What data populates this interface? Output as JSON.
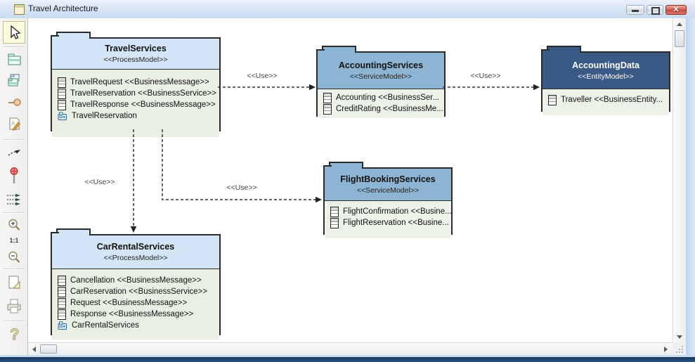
{
  "window": {
    "title": "Travel Architecture",
    "controls": [
      "minimize",
      "restore",
      "close"
    ]
  },
  "toolbar": {
    "zoom_reset_label": "1:1",
    "icons": [
      "pointer-icon",
      "package-icon",
      "copy-packages-icon",
      "pin-icon",
      "edit-note-icon",
      "dependency-arrow-icon",
      "interface-pin-icon",
      "dependency-set-icon",
      "zoom-in-icon",
      "zoom-reset",
      "zoom-out-icon",
      "page-setup-icon",
      "print-icon",
      "help-icon"
    ]
  },
  "colors": {
    "titlebar": "#d6e3f3",
    "process_header": "#d3e5f6",
    "process_body": "#e9efe3",
    "service_header": "#8db4d2",
    "service_body": "#edf2e9",
    "entity_header": "#3a5a85",
    "close_button": "#c24a3e",
    "frame_bottom": "#1d4164",
    "selected_tool_bg": "#fcfcdf"
  },
  "packages": [
    {
      "name": "TravelServices",
      "stereotype": "<<ProcessModel>>",
      "items": [
        {
          "icon": "class-icon",
          "text": "TravelRequest <<BusinessMessage>>"
        },
        {
          "icon": "class-icon",
          "text": "TravelReservation <<BusinessService>>"
        },
        {
          "icon": "class-icon",
          "text": "TravelResponse <<BusinessMessage>>"
        },
        {
          "icon": "diagram-icon",
          "text": "TravelReservation"
        }
      ]
    },
    {
      "name": "AccountingServices",
      "stereotype": "<<ServiceModel>>",
      "items": [
        {
          "icon": "class-icon",
          "text": "Accounting <<BusinessSer..."
        },
        {
          "icon": "class-icon",
          "text": "CreditRating <<BusinessMe..."
        }
      ]
    },
    {
      "name": "AccountingData",
      "stereotype": "<<EntityModel>>",
      "items": [
        {
          "icon": "class-icon",
          "text": "Traveller <<BusinessEntity..."
        }
      ]
    },
    {
      "name": "FlightBookingServices",
      "stereotype": "<<ServiceModel>>",
      "items": [
        {
          "icon": "class-icon",
          "text": "FlightConfirmation <<Busine..."
        },
        {
          "icon": "class-icon",
          "text": "FlightReservation <<Busine..."
        }
      ]
    },
    {
      "name": "CarRentalServices",
      "stereotype": "<<ProcessModel>>",
      "items": [
        {
          "icon": "class-icon",
          "text": "Cancellation <<BusinessMessage>>"
        },
        {
          "icon": "class-icon",
          "text": "CarReservation <<BusinessService>>"
        },
        {
          "icon": "class-icon",
          "text": "Request <<BusinessMessage>>"
        },
        {
          "icon": "class-icon",
          "text": "Response <<BusinessMessage>>"
        },
        {
          "icon": "diagram-icon",
          "text": "CarRentalServices"
        }
      ]
    }
  ],
  "connectors": [
    {
      "from": "TravelServices",
      "to": "AccountingServices",
      "label": "<<Use>>"
    },
    {
      "from": "AccountingServices",
      "to": "AccountingData",
      "label": "<<Use>>"
    },
    {
      "from": "TravelServices",
      "to": "CarRentalServices",
      "label": "<<Use>>"
    },
    {
      "from": "TravelServices",
      "to": "FlightBookingServices",
      "label": "<<Use>>"
    }
  ]
}
